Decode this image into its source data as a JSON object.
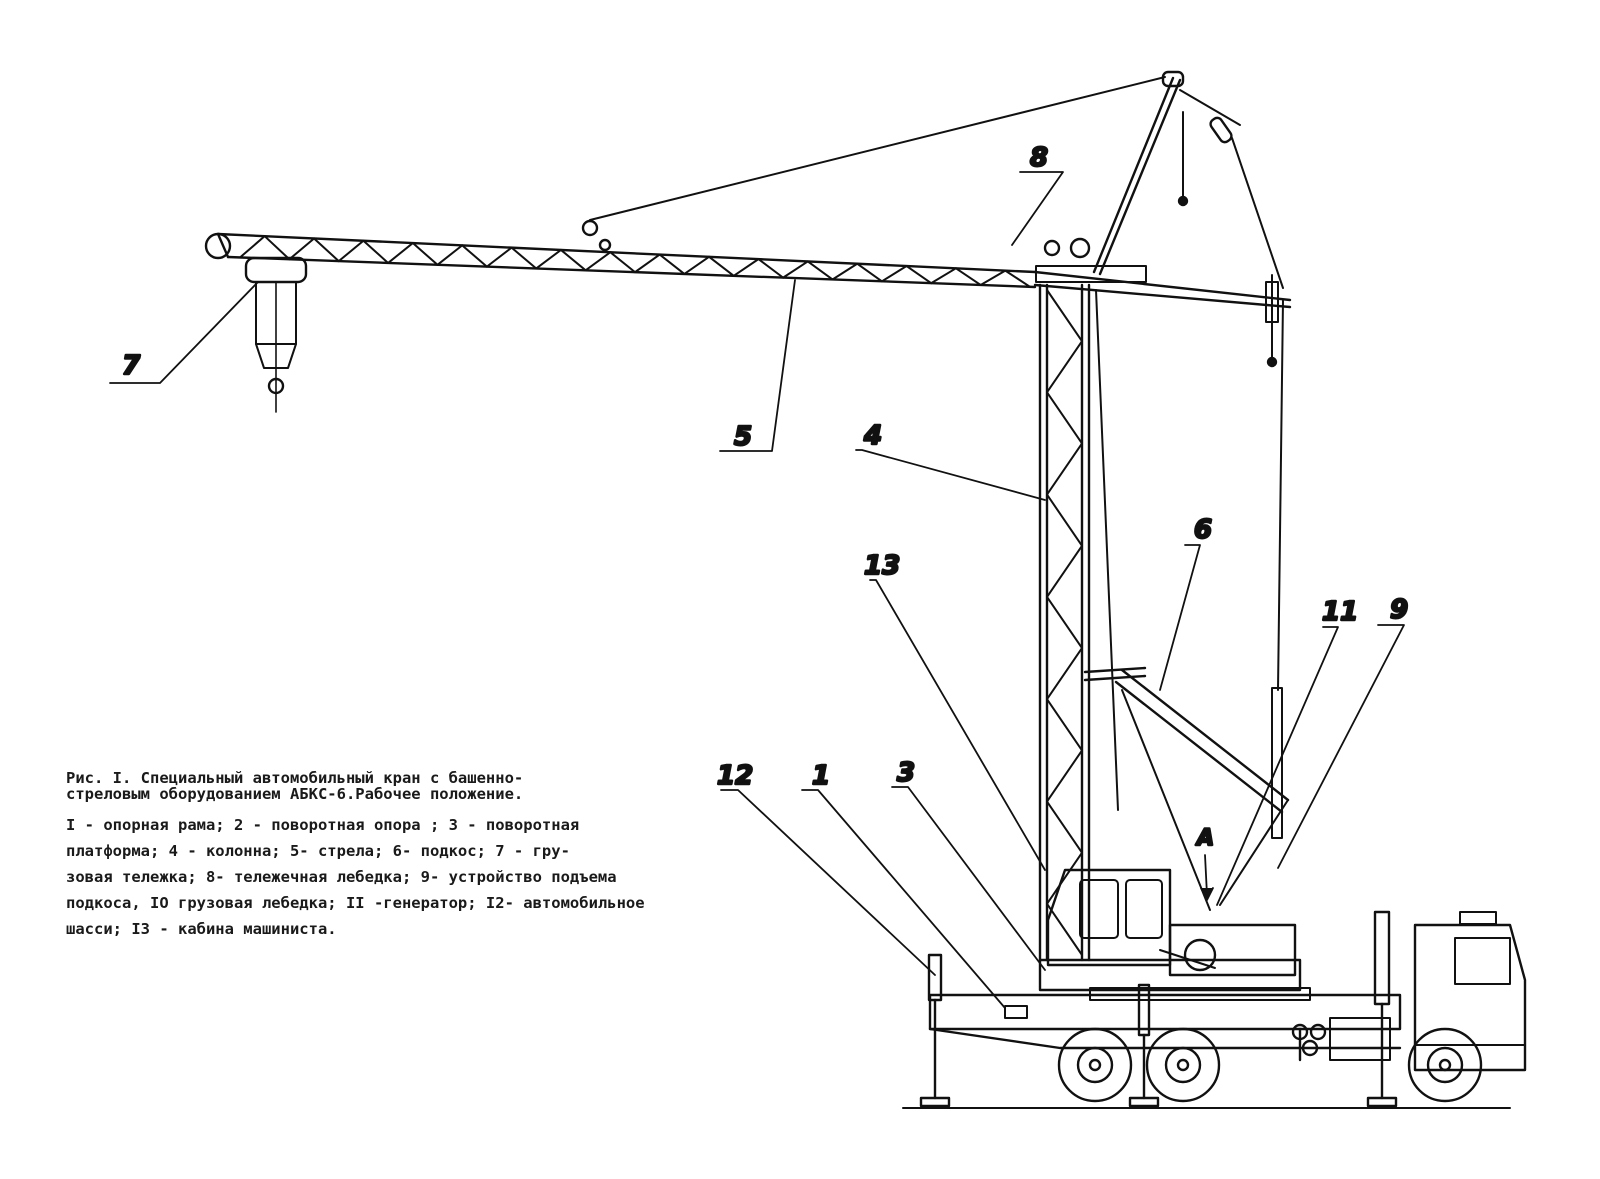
{
  "caption": {
    "title_line1": "Рис. I. Специальный автомобильный кран с башенно-",
    "title_line2": "стреловым оборудованием АБКС-6.Рабочее положение.",
    "legend_lines": [
      "I - опорная рама;  2 - поворотная опора ; 3 - поворотная",
      "платформа;  4 - колонна;  5- стрела;  6- подкос; 7 - гру-",
      "зовая тележка;  8- тележечная лебедка; 9- устройство подъема",
      "подкоса,  IO грузовая лебедка;  II -генератор; I2- автомобильное",
      "шасси;   I3 - кабина машиниста."
    ]
  },
  "callouts": {
    "c1": "1",
    "c3": "3",
    "c4": "4",
    "c5": "5",
    "c6": "6",
    "c7": "7",
    "c8": "8",
    "c9": "9",
    "c11": "11",
    "c12": "12",
    "c13": "13",
    "cA": "А"
  },
  "colors": {
    "ink": "#111111",
    "paper": "#ffffff"
  }
}
